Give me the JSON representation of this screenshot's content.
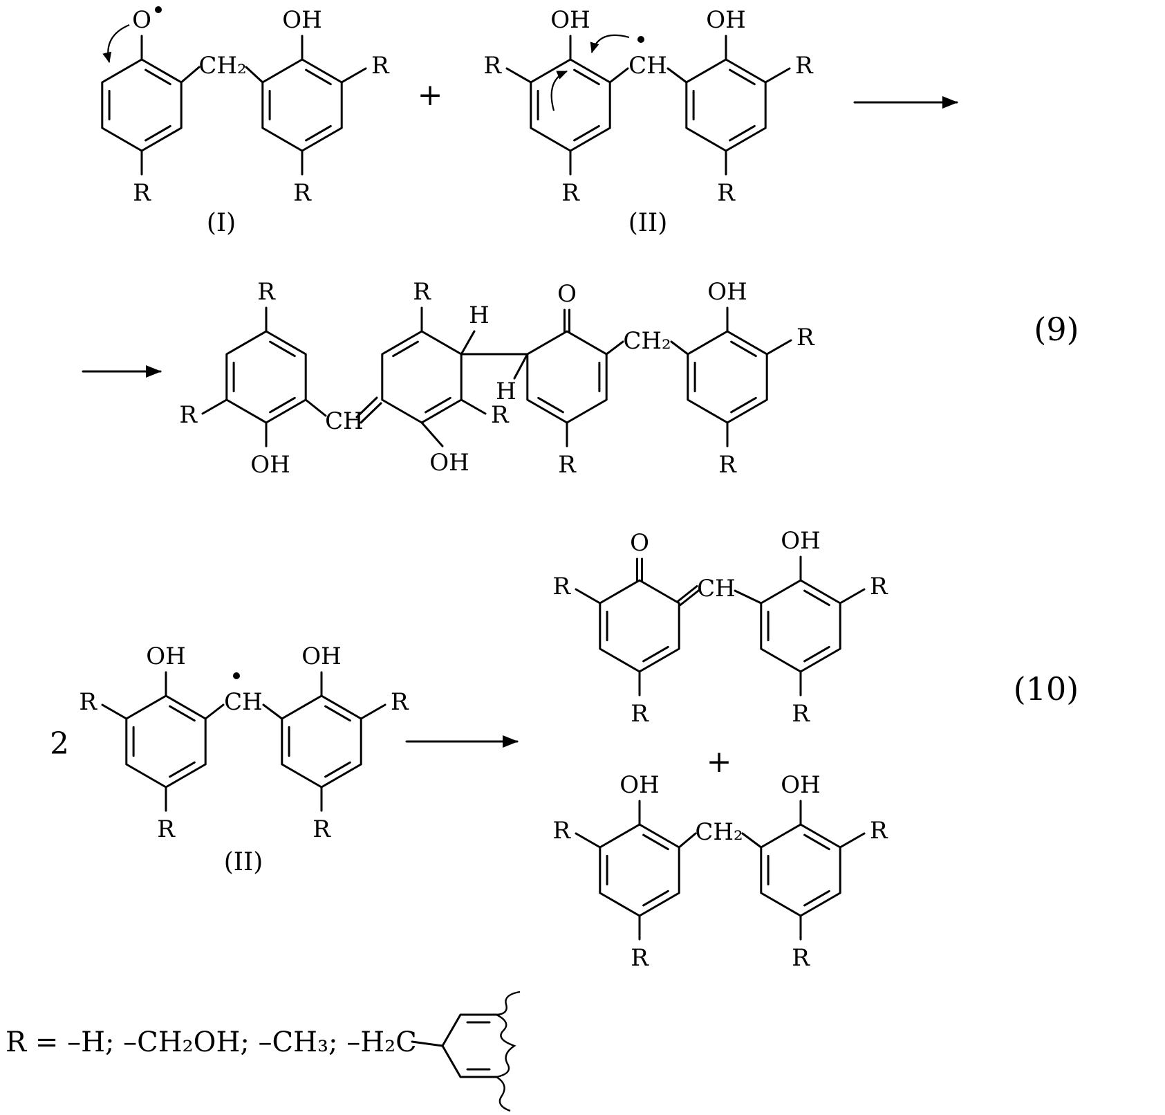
{
  "colors": {
    "background": "#ffffff",
    "ink": "#000000"
  },
  "labels": {
    "O": "O",
    "OH": "OH",
    "R": "R",
    "CH2": "CH₂",
    "CH": "CH",
    "H": "H",
    "plus": "+",
    "coefficient_2": "2",
    "structure_I": "(I)",
    "structure_II": "(II)"
  },
  "equations": {
    "eq9": "(9)",
    "eq10": "(10)"
  },
  "legend": {
    "r_definitions": "R = –H;  –CH₂OH;  –CH₃;  –H₂C"
  }
}
